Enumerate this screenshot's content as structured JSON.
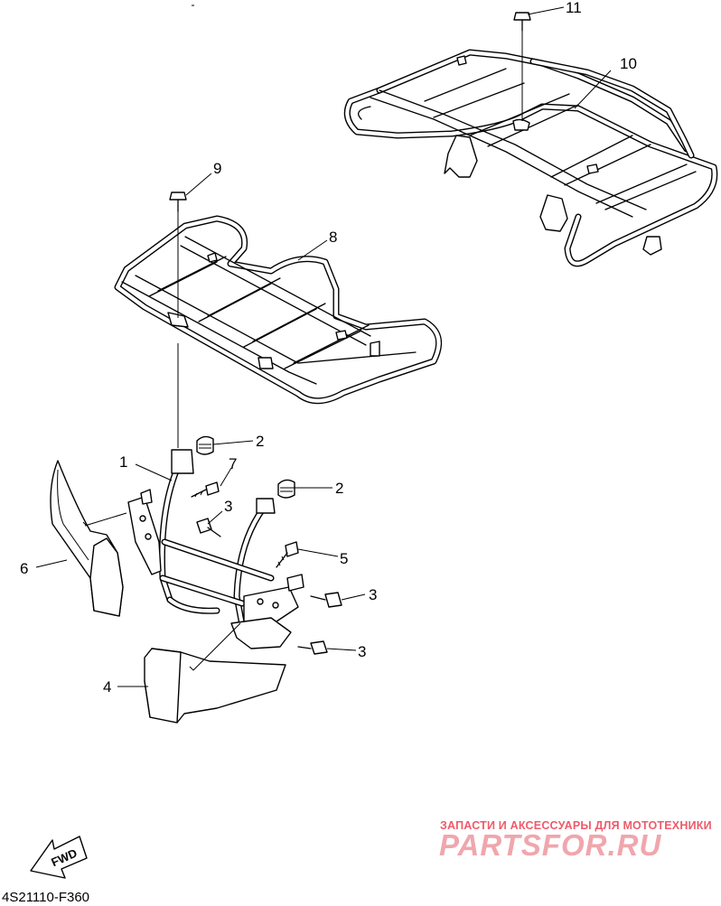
{
  "callouts": {
    "c1": "1",
    "c2a": "2",
    "c2b": "2",
    "c3a": "3",
    "c3b": "3",
    "c3c": "3",
    "c4": "4",
    "c5": "5",
    "c6": "6",
    "c7": "7",
    "c8": "8",
    "c9": "9",
    "c10": "10",
    "c11": "11"
  },
  "direction_label": "FWD",
  "drawing_code": "4S21110-F360",
  "watermark": {
    "tagline": "ЗАПАСТИ И АКСЕССУАРЫ ДЛЯ МОТОТЕХНИКИ",
    "brand": "PARTSFOR.RU"
  }
}
